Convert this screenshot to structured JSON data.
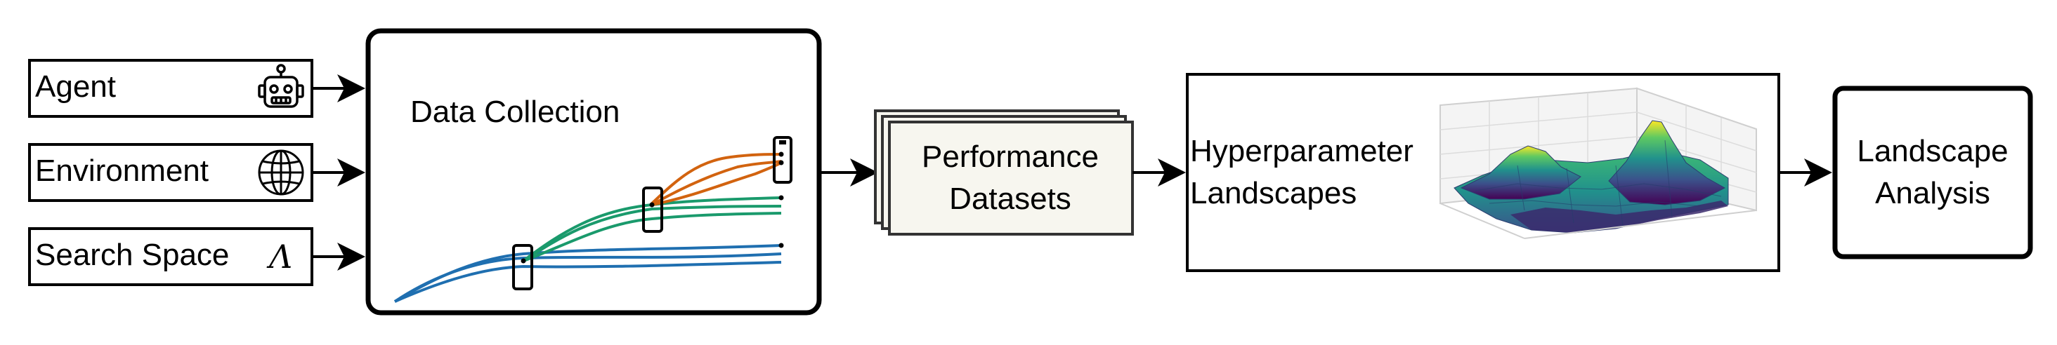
{
  "inputs": {
    "agent": "Agent",
    "environment": "Environment",
    "search_space": "Search Space",
    "search_space_symbol": "Λ"
  },
  "icons": {
    "agent": "robot-icon",
    "environment": "globe-icon"
  },
  "data_collection": {
    "title": "Data Collection"
  },
  "performance": {
    "line1": "Performance",
    "line2": "Datasets"
  },
  "landscapes": {
    "line1": "Hyperparameter",
    "line2": "Landscapes"
  },
  "analysis": {
    "line1": "Landscape",
    "line2": "Analysis"
  },
  "colors": {
    "blue": "#1f6fb0",
    "green": "#1a9a6c",
    "orange": "#d2630f",
    "dataset_fill": "#f7f6ef",
    "stroke": "#000000"
  }
}
